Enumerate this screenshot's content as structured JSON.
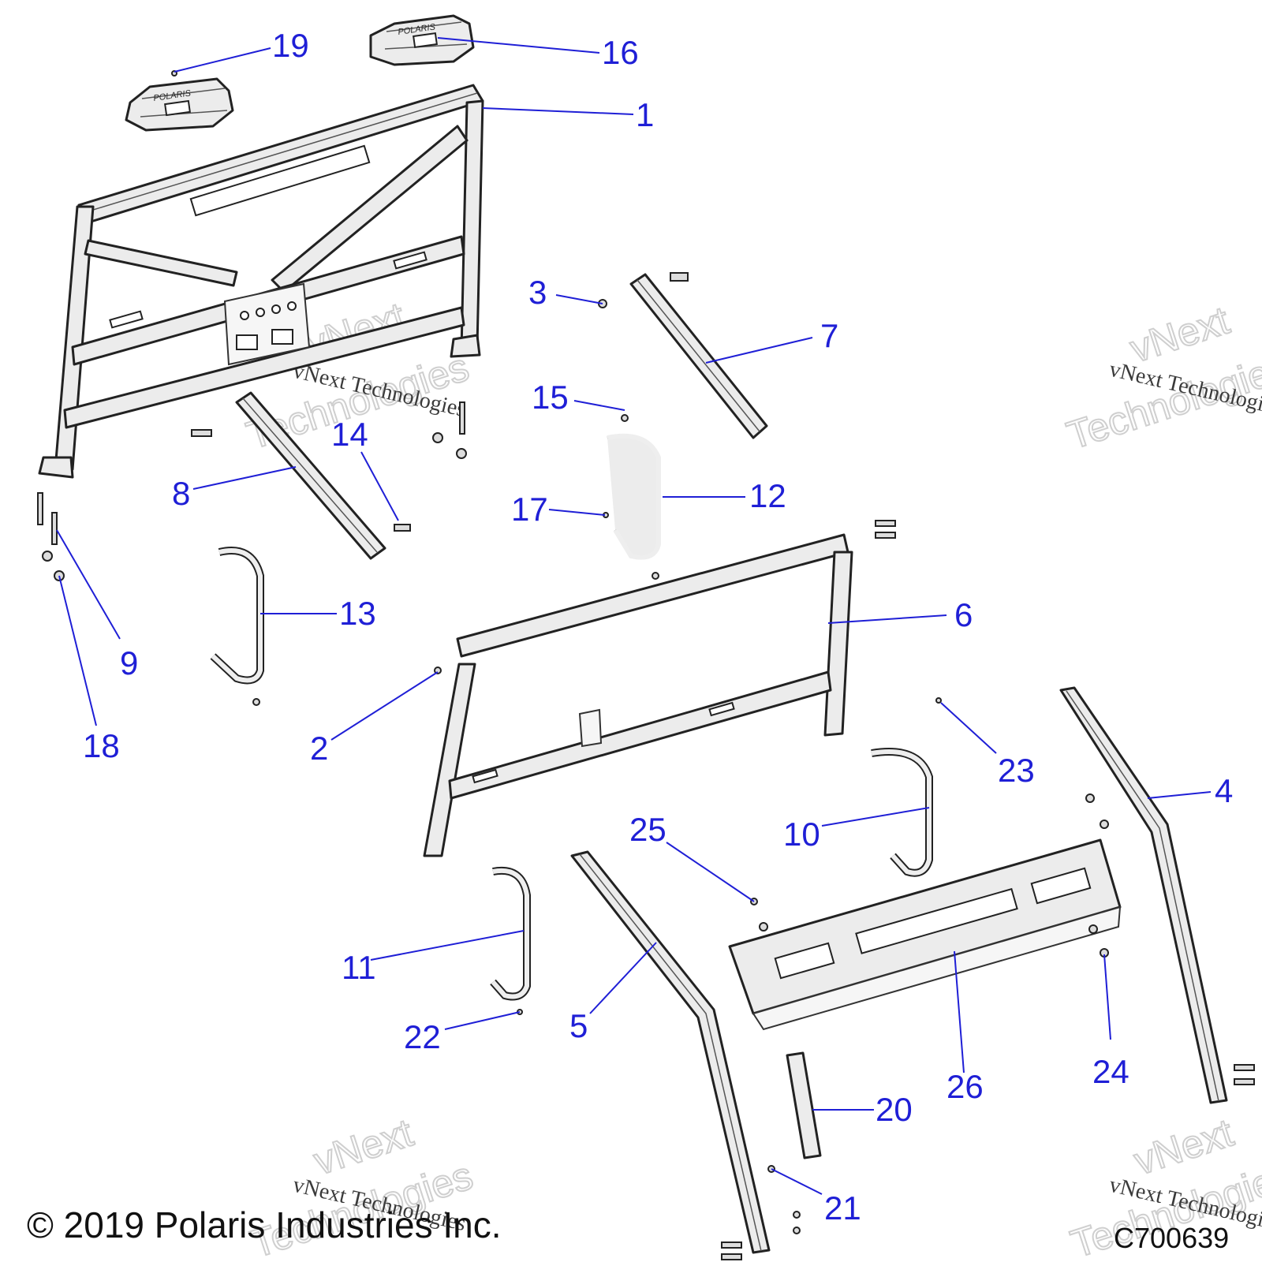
{
  "diagram": {
    "callouts": [
      "1",
      "2",
      "3",
      "4",
      "5",
      "6",
      "7",
      "8",
      "9",
      "10",
      "11",
      "12",
      "13",
      "14",
      "15",
      "16",
      "17",
      "18",
      "19",
      "20",
      "21",
      "22",
      "23",
      "24",
      "25",
      "26"
    ],
    "watermark": {
      "line1": "vNext Technologies",
      "line2": "vNext",
      "line3": "Technologies"
    },
    "light_bar_badge": "POLARIS",
    "copyright": "© 2019 Polaris Industries Inc.",
    "figure_code": "C700639"
  },
  "colors": {
    "callout": "#1f1fd6",
    "line_art": "#222222"
  }
}
